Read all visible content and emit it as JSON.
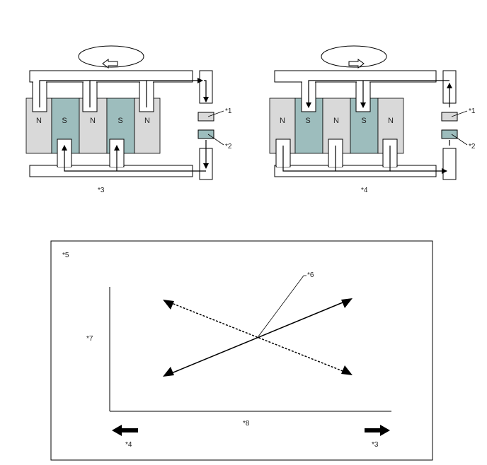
{
  "colors": {
    "north_pole": "#d9d9d9",
    "south_pole": "#9dbdbd",
    "sensor_1": "#d9d9d9",
    "sensor_2": "#9dbdbd",
    "line": "#000000"
  },
  "icons": {
    "rotation_left": "rotation-arrow-left-icon",
    "rotation_right": "rotation-arrow-right-icon"
  },
  "left_diagram": {
    "poles": [
      "N",
      "S",
      "N",
      "S",
      "N"
    ],
    "sensor_1_label": "*1",
    "sensor_2_label": "*2",
    "caption": "*3"
  },
  "right_diagram": {
    "poles": [
      "N",
      "S",
      "N",
      "S",
      "N"
    ],
    "sensor_1_label": "*1",
    "sensor_2_label": "*2",
    "caption": "*4"
  },
  "graph": {
    "box_label": "*5",
    "callout_label": "*6",
    "y_label": "*7",
    "x_label": "*8",
    "left_arrow_label": "*4",
    "right_arrow_label": "*3"
  }
}
